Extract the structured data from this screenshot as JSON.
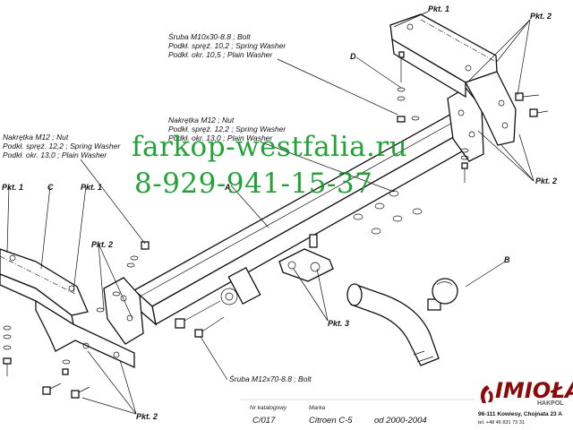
{
  "callouts": {
    "bolt_top": [
      "Śruba M10x30-8.8 ;  Bolt",
      "Podkł. spręż. 10,2 ; Spring Washer",
      "Podkł. okr. 10,5 ;  Plain Washer"
    ],
    "nut_mid": [
      "Nakrętka  M12 ; Nut",
      "Podkł. spręż. 12,2 ; Spring Washer",
      "Podkł. okr. 13,0 ;  Plain Washer"
    ],
    "nut_left": [
      "Nakrętka  M12 ; Nut",
      "Podkł. spręż. 12,2 ; Spring Washer",
      "Podkł. okr. 13,0 ;  Plain Washer"
    ],
    "bolt_bottom": "Śruba M12x70-8.8 ;  Bolt"
  },
  "part_labels": {
    "A": "A",
    "B": "B",
    "C": "C",
    "D": "D",
    "pkt1": "Pkt. 1",
    "pkt2": "Pkt. 2",
    "pkt3": "Pkt. 3"
  },
  "watermark": {
    "site": "farkop-westfalia.ru",
    "phone": "8-929-941-15-37"
  },
  "footer": {
    "catalog_header": "Nr katalogowy",
    "catalog_number": "C/017",
    "brand_header": "Marka",
    "model": "Citroen C-5",
    "years": "od 2000-2004"
  },
  "logo": {
    "name": "IMIOŁA",
    "sub": "HAKPOL",
    "address": "96-111 Kowiesy, Chojnata 23 A",
    "tel": "tel. +48 46 831 73 31",
    "color": "#8a0a0a"
  },
  "colors": {
    "watermark": "#139a2a",
    "line": "#111111"
  }
}
